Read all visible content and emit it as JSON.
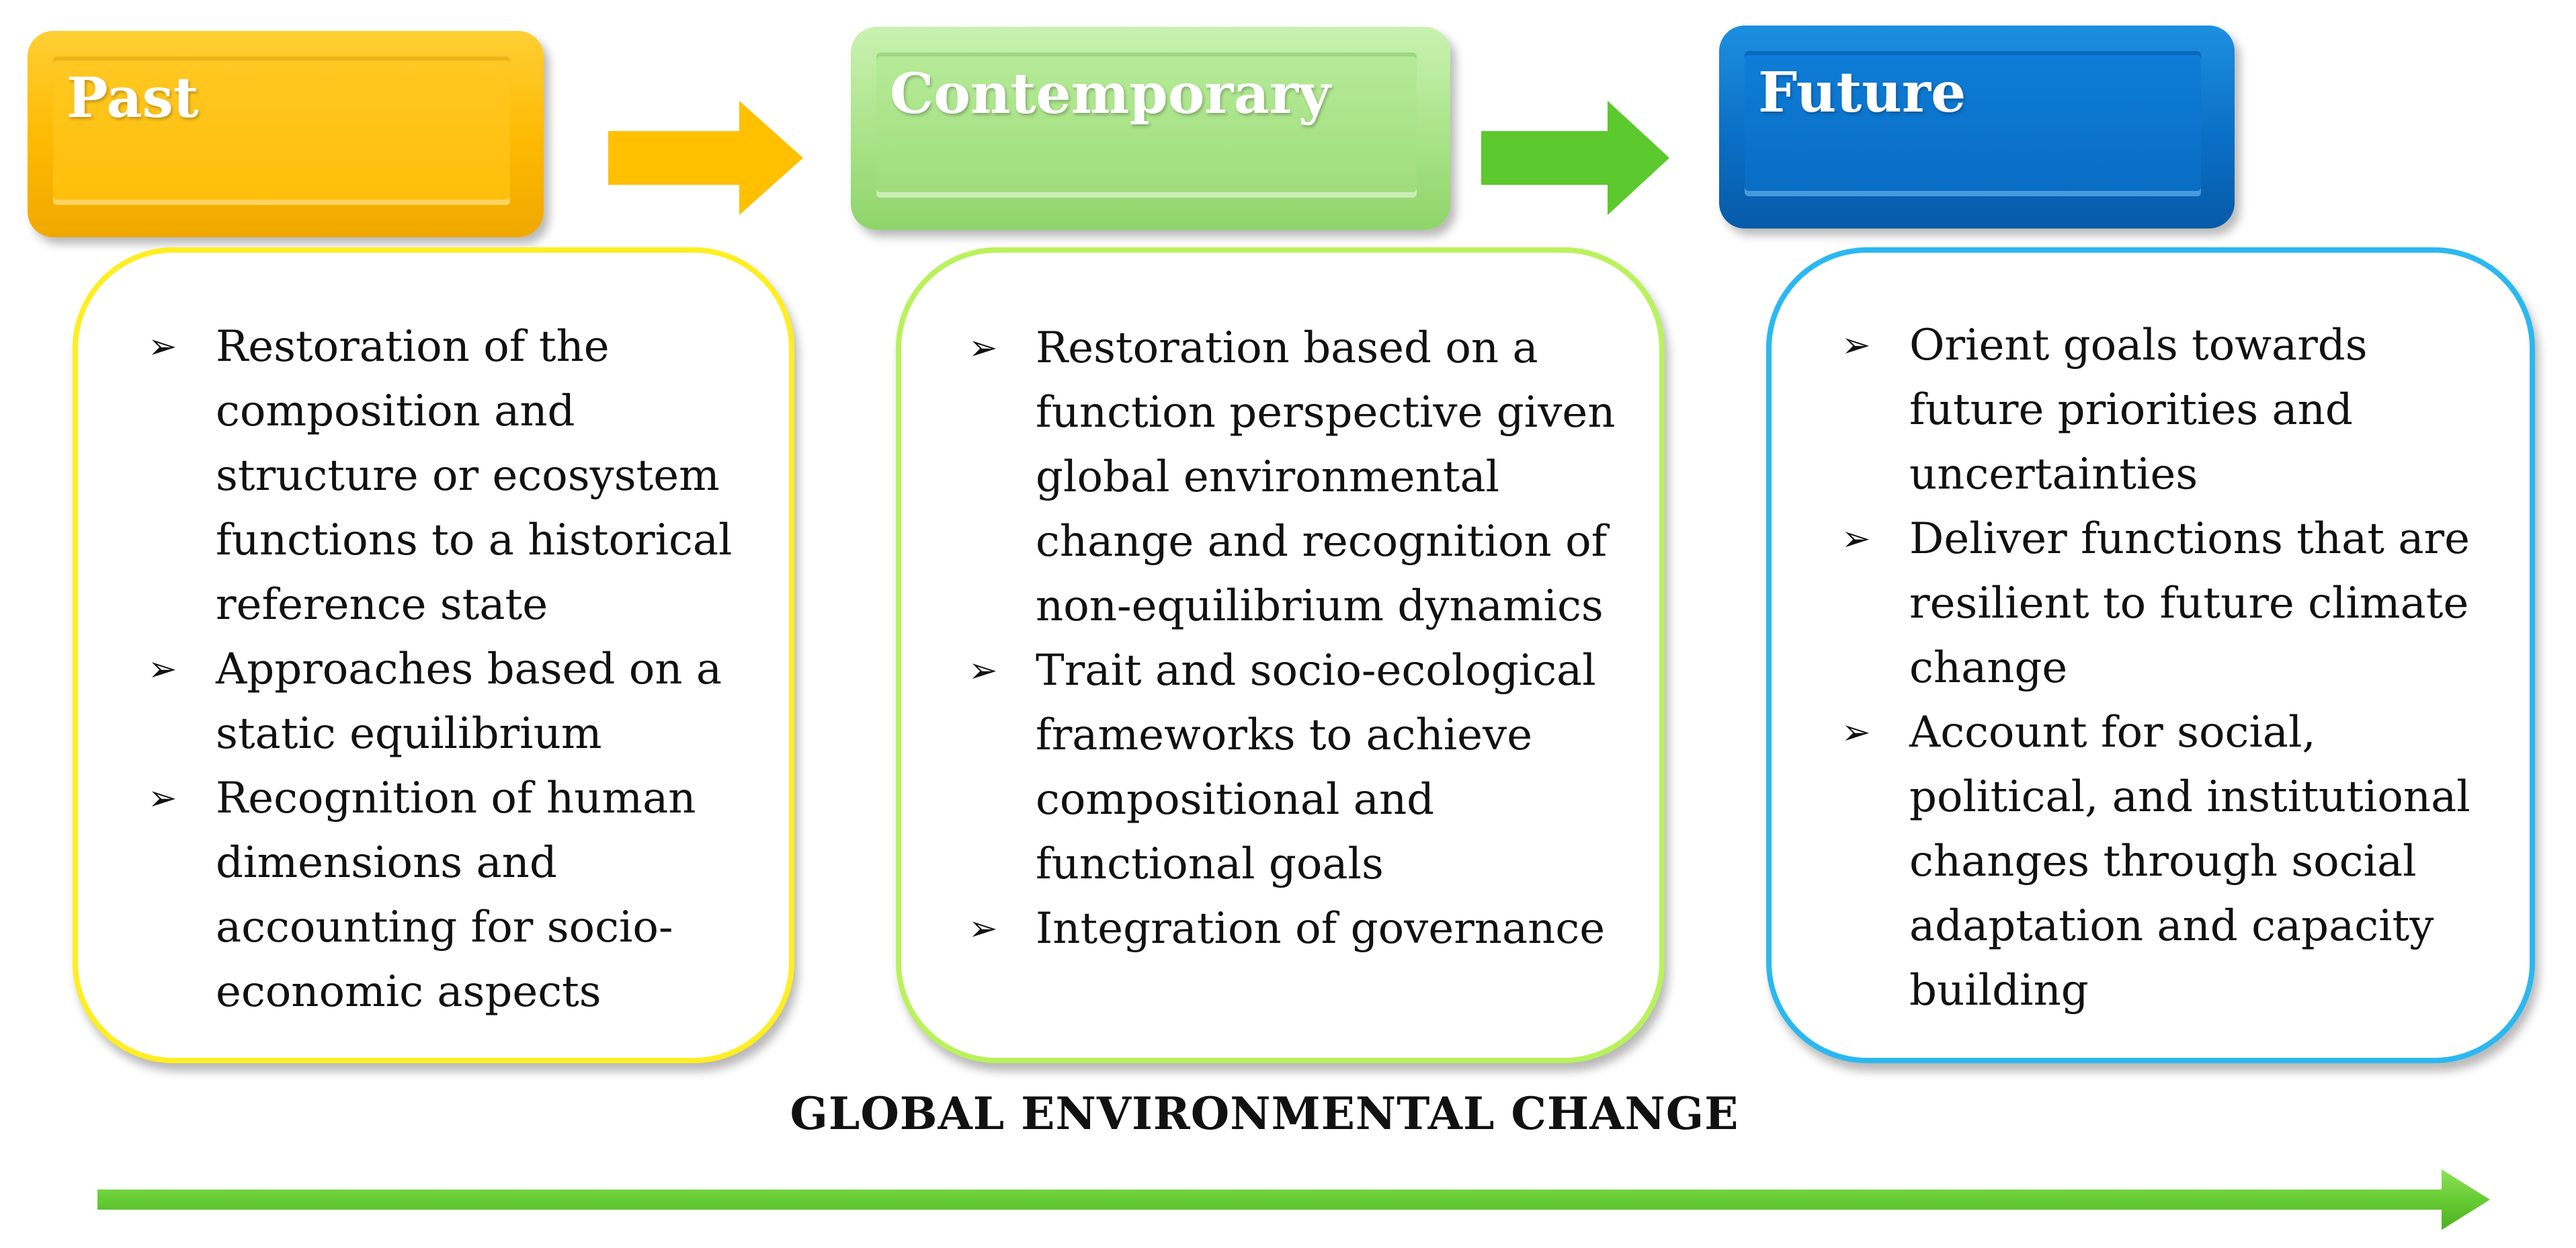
{
  "stages": [
    {
      "title": "Past",
      "color": "#FDB900",
      "border_color": "#FFEE22",
      "items": [
        "Restoration of the composition and structure or ecosystem functions to a historical reference state",
        "Approaches based on a static equilibrium",
        "Recognition of human dimensions and accounting for socio-economic aspects"
      ]
    },
    {
      "title": "Contemporary",
      "color": "#A6E184",
      "border_color": "#B9F25C",
      "items": [
        "Restoration based on a function perspective given global environmental change and recognition of non-equilibrium dynamics",
        "Trait and socio-ecological frameworks to achieve compositional and functional goals",
        "Integration of governance"
      ]
    },
    {
      "title": "Future",
      "color": "#0A6FC6",
      "border_color": "#2BB8F0",
      "items": [
        "Orient goals towards future priorities and uncertainties",
        "Deliver functions that are resilient to future climate change",
        "Account for social, political, and institutional changes through social adaptation and capacity building"
      ]
    }
  ],
  "arrows": {
    "past_to_contemporary_color": "#FFC000",
    "contemporary_to_future_color": "#5CC92E",
    "timeline_color": "#66CC33"
  },
  "bullet_symbol": "➢",
  "caption": "GLOBAL ENVIRONMENTAL CHANGE"
}
